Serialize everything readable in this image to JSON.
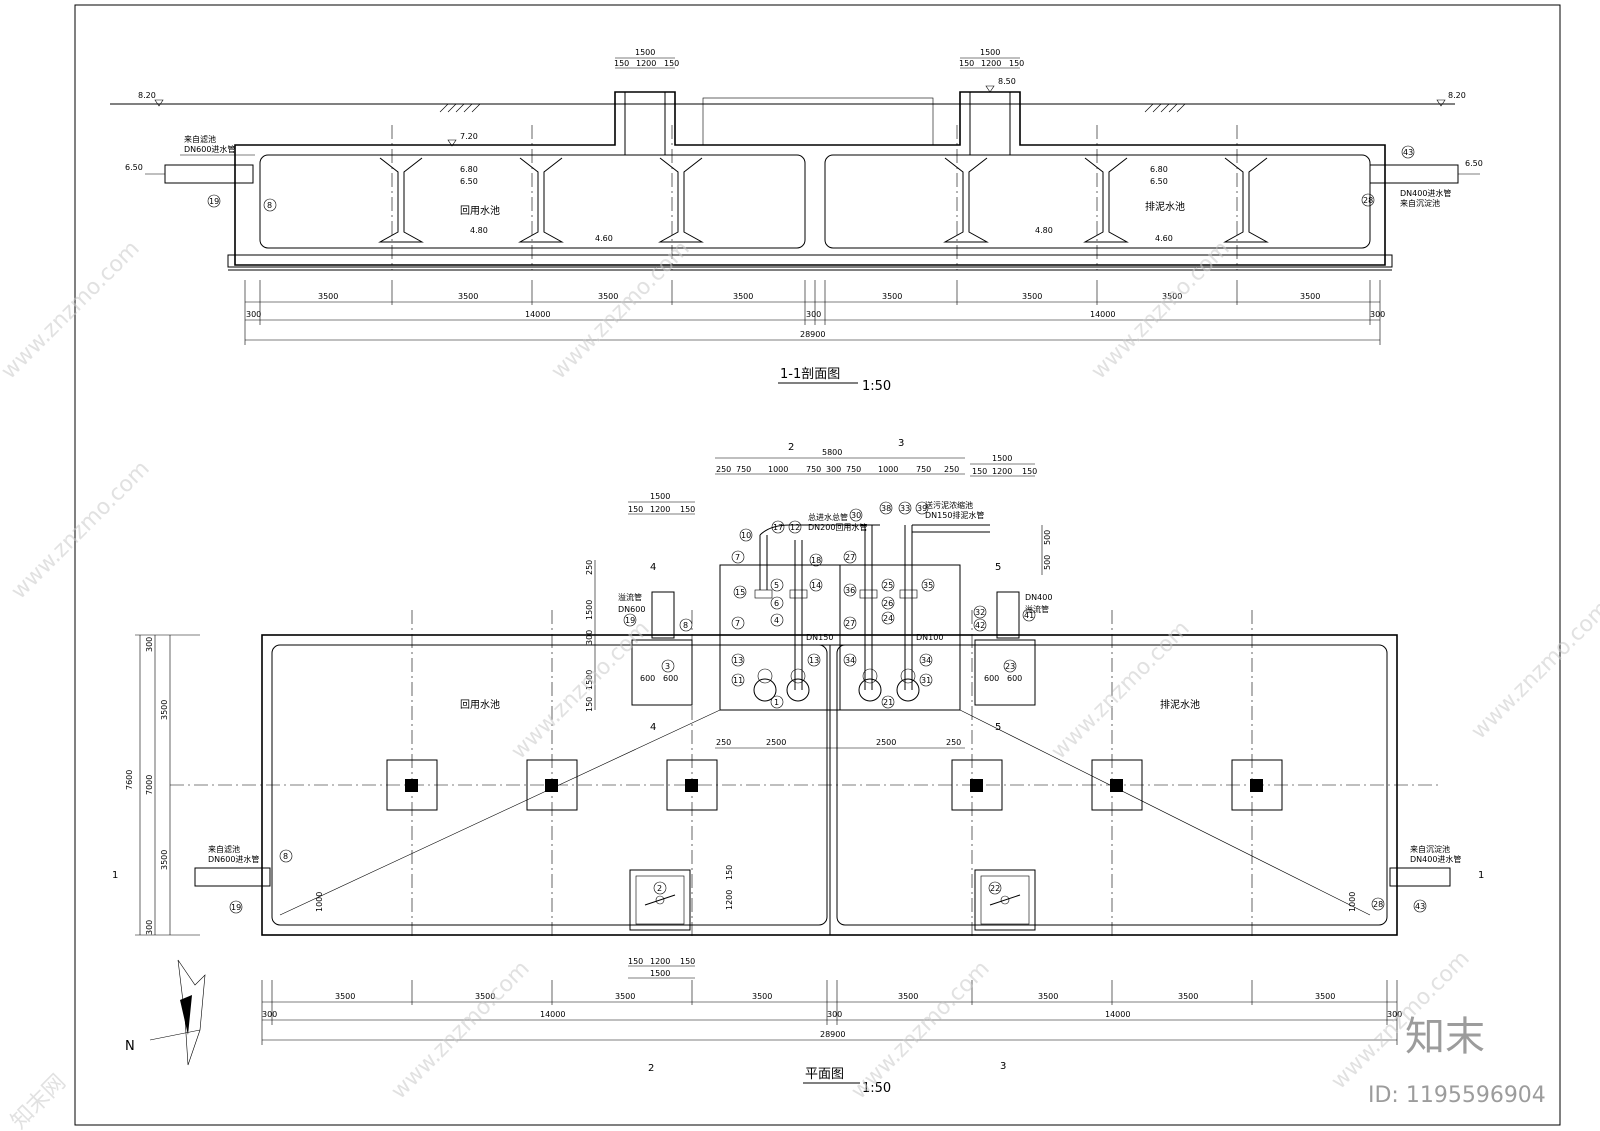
{
  "section": {
    "title": "1-1剖面图",
    "scale": "1:50",
    "left_tank_label": "回用水池",
    "right_tank_label": "排泥水池",
    "ground_level_left": "8.20",
    "ground_level_right": "8.20",
    "top_level": "8.50",
    "slab_level": "7.20",
    "water_level_high": "6.80",
    "water_level_low": "6.50",
    "floor_level": "4.80",
    "sump_level": "4.60",
    "inlet_level_left": "6.50",
    "inlet_level_right": "6.50",
    "left_pipe_note_1": "来自滤池",
    "left_pipe_note_2": "DN600进水管",
    "right_pipe_note_1": "DN400进水管",
    "right_pipe_note_2": "来自沉淀池",
    "hatch_dims": [
      "1500",
      "150",
      "1200",
      "150"
    ],
    "bay_dims": [
      "3500",
      "3500",
      "3500",
      "3500",
      "3500",
      "3500",
      "3500",
      "3500"
    ],
    "half_dims": [
      "14000",
      "14000"
    ],
    "wall_dims": [
      "300",
      "300",
      "300"
    ],
    "total_dim": "28900",
    "callouts": [
      "19",
      "8",
      "43",
      "28"
    ]
  },
  "plan": {
    "title": "平面图",
    "scale": "1:50",
    "left_tank_label": "回用水池",
    "right_tank_label": "排泥水池",
    "pump_room_dims": [
      "5800",
      "250",
      "750",
      "1000",
      "750",
      "300",
      "750",
      "1000",
      "750",
      "250"
    ],
    "upper_right_dims": [
      "1500",
      "150",
      "1200",
      "150"
    ],
    "upper_left_dims": [
      "1500",
      "150",
      "1200",
      "150"
    ],
    "pit_dims": [
      "600",
      "600",
      "600",
      "600"
    ],
    "room_width_dims": [
      "250",
      "2500",
      "2500",
      "250"
    ],
    "vertical_dims": [
      "7600",
      "300",
      "3500",
      "7000",
      "3500",
      "300"
    ],
    "left_vertical_small": [
      "250",
      "1500",
      "300",
      "1500",
      "150"
    ],
    "right_vertical_small": [
      "500",
      "500"
    ],
    "valve_pit_dims": [
      "150",
      "1200",
      "150",
      "1500"
    ],
    "valve_pit_side": [
      "1200",
      "150"
    ],
    "slope_dims": [
      "1000",
      "1000"
    ],
    "bay_dims": [
      "3500",
      "3500",
      "3500",
      "3500",
      "3500",
      "3500",
      "3500",
      "3500"
    ],
    "half_dims": [
      "14000",
      "14000"
    ],
    "wall_dims": [
      "300",
      "300",
      "300"
    ],
    "total_dim": "28900",
    "section_marks": [
      "1",
      "1",
      "2",
      "3",
      "2",
      "3",
      "4",
      "4",
      "5",
      "5"
    ],
    "pipe_notes": {
      "main_inlet": "总进水总管",
      "return_pipe": "DN200回用水管",
      "sludge_1": "送污泥浓缩池",
      "sludge_2": "DN150排泥水管",
      "left_in_1": "来自滤池",
      "left_in_2": "DN600进水管",
      "right_in_1": "来自沉淀池",
      "right_in_2": "DN400进水管",
      "riser_left_1": "溢流管",
      "riser_left_2": "DN600",
      "riser_right_1": "DN400",
      "riser_right_2": "溢流管",
      "dn_left": "DN150",
      "dn_right": "DN100"
    },
    "callouts_left": [
      "10",
      "17",
      "12",
      "7",
      "15",
      "5",
      "14",
      "6",
      "4",
      "7",
      "13",
      "13",
      "11",
      "1",
      "18",
      "19",
      "3",
      "8",
      "2",
      "8",
      "19"
    ],
    "callouts_right": [
      "30",
      "38",
      "33",
      "39",
      "27",
      "36",
      "25",
      "35",
      "26",
      "24",
      "27",
      "34",
      "34",
      "21",
      "31",
      "32",
      "41",
      "42",
      "23",
      "22",
      "28",
      "43"
    ],
    "north_label": "N"
  },
  "watermark": {
    "site": "www.znzmo.com",
    "brand_cn": "知末网",
    "brand_logo": "知末",
    "image_id": "ID: 1195596904"
  }
}
